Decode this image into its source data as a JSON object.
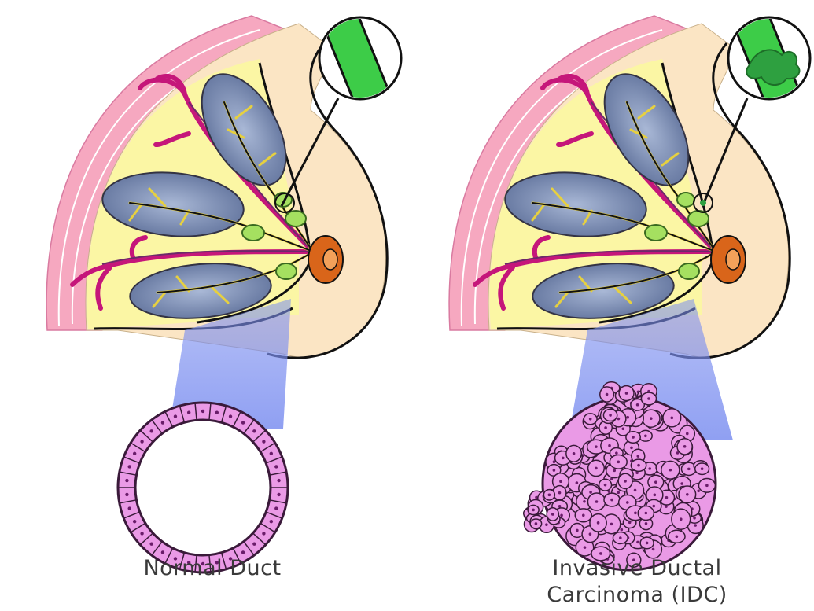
{
  "panels": [
    {
      "id": "normal",
      "caption": "Normal Duct",
      "state": "normal"
    },
    {
      "id": "idc",
      "caption": "Invasive Ductal\nCarcinoma (IDC)",
      "state": "invasive"
    }
  ],
  "colors": {
    "skin": "#f6a8c0",
    "breast_tissue": "#fbe5c4",
    "fat": "#fbf6a4",
    "vessel": "#c5167a",
    "lobule": "#7b8fb8",
    "duct": "#e6d040",
    "duct_bulb": "#a5e060",
    "nipple": "#d9651a",
    "highlight_beam": "#7c8ff0",
    "cell_fill": "#ea9ae6",
    "zoom_duct": "#3dcc48",
    "tumor": "#2ea040"
  }
}
